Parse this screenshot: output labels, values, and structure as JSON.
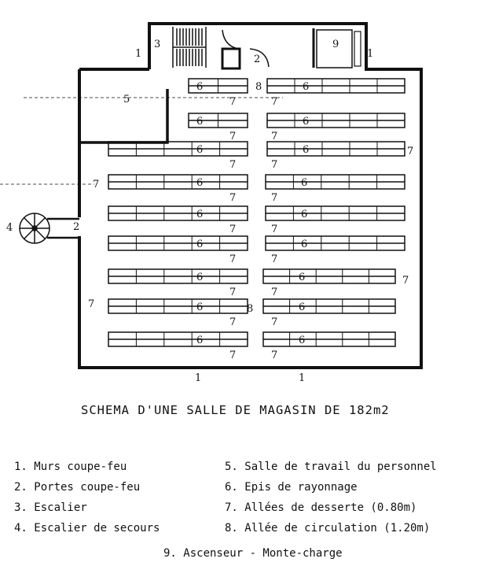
{
  "plan": {
    "labels": {
      "wall": "1",
      "door": "2",
      "stair": "3",
      "emergency_stair": "4",
      "staff_room": "5",
      "shelf": "6",
      "aisle": "7",
      "main_aisle": "8",
      "lift": "9"
    }
  },
  "title": "SCHEMA D'UNE SALLE DE MAGASIN DE 182m2",
  "legend": {
    "left": [
      "1. Murs coupe-feu",
      "2. Portes coupe-feu",
      "3. Escalier",
      "4. Escalier de secours"
    ],
    "right": [
      "5. Salle de travail du personnel",
      "6. Epis de rayonnage",
      "7. Allées de desserte (0.80m)",
      "8. Allée de circulation (1.20m)"
    ],
    "bottom": "9. Ascenseur - Monte-charge"
  }
}
